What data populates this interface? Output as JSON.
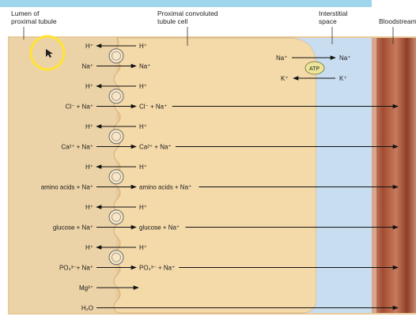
{
  "headers": {
    "lumen": [
      "Lumen of",
      "proximal tubule"
    ],
    "cell": [
      "Proximal convoluted",
      "tubule cell"
    ],
    "interstitial": [
      "Interstitial",
      "space"
    ],
    "blood": "Bloodstream"
  },
  "pump": {
    "left_in": "Na⁺",
    "right_out": "Na⁺",
    "atp": "ATP",
    "left_k": "K⁺",
    "right_k": "K⁺"
  },
  "rows": [
    {
      "left": "H⁺",
      "right": "H⁺",
      "dir": "out"
    },
    {
      "left": "Na⁺",
      "right": "Na⁺",
      "dir": "in"
    },
    {
      "left": "H⁺",
      "right": "H⁺",
      "dir": "out"
    },
    {
      "left": "Cl⁻ + Na⁺",
      "right": "Cl⁻ + Na⁺",
      "dir": "in",
      "to_blood": true
    },
    {
      "left": "H⁺",
      "right": "H⁺",
      "dir": "out"
    },
    {
      "left": "Ca²⁺ + Na⁺",
      "right": "Ca²⁺ + Na⁺",
      "dir": "in",
      "to_blood": true
    },
    {
      "left": "H⁺",
      "right": "H⁺",
      "dir": "out"
    },
    {
      "left": "amino acids + Na⁺",
      "right": "amino acids + Na⁺",
      "dir": "in",
      "to_blood": true
    },
    {
      "left": "H⁺",
      "right": "H⁺",
      "dir": "out"
    },
    {
      "left": "glucose + Na⁺",
      "right": "glucose + Na⁺",
      "dir": "in",
      "to_blood": true
    },
    {
      "left": "H⁺",
      "right": "H⁺",
      "dir": "out"
    },
    {
      "left": "PO₄³⁻+ Na⁺",
      "right": "PO₄³⁻ + Na⁺",
      "dir": "in",
      "to_blood": true
    },
    {
      "left": "Mg²⁺",
      "right": "",
      "dir": "in",
      "to_blood": false
    },
    {
      "left": "H₂O",
      "right": "",
      "dir": "in",
      "to_blood": true
    }
  ],
  "colors": {
    "lumen": "#ecd2a6",
    "cell": "#f3d7a7",
    "interstitial": "#c9dcf0",
    "blood": "#a75b41",
    "frame": "#e8c893",
    "highlight": "#ffe433"
  }
}
